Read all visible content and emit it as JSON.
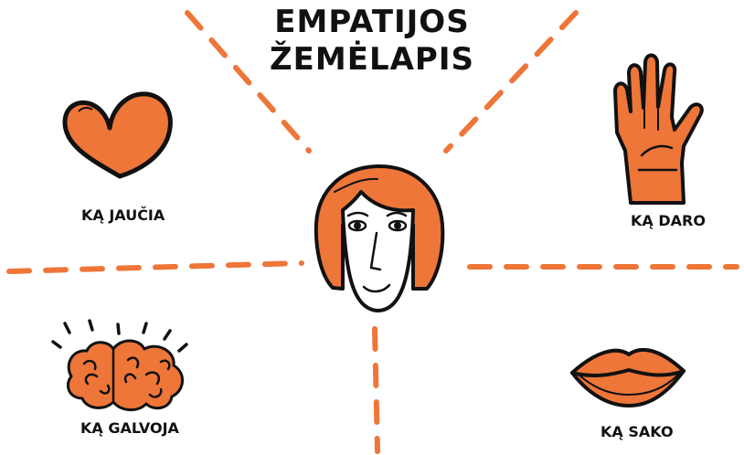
{
  "title": {
    "line1": "EMPATIJOS",
    "line2": "ŽEMĖLAPIS"
  },
  "quadrants": {
    "feels": {
      "label": "KĄ JAUČIA",
      "icon": "heart-icon"
    },
    "does": {
      "label": "KĄ DARO",
      "icon": "hand-icon"
    },
    "thinks": {
      "label": "KĄ GALVOJA",
      "icon": "brain-icon"
    },
    "says": {
      "label": "KĄ SAKO",
      "icon": "lips-icon"
    }
  },
  "center": {
    "icon": "face-icon"
  },
  "colors": {
    "accent": "#ee7638",
    "ink": "#111111",
    "background": "#ffffff"
  }
}
